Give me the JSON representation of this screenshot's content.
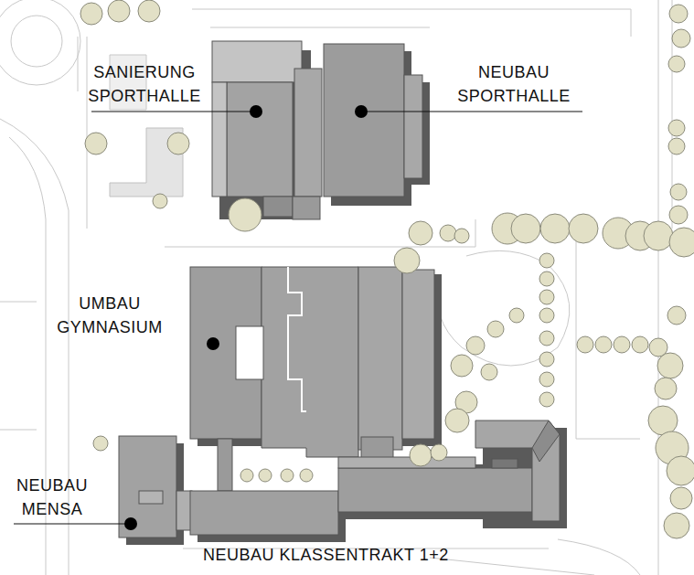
{
  "diagram": {
    "labels": [
      "SANIERUNG SPORTHALLE",
      "NEUBAU SPORTHALLE",
      "UMBAU GYMNASIUM",
      "NEUBAU MENSA",
      "NEUBAU KLASSENTRAKT 1+2"
    ]
  }
}
